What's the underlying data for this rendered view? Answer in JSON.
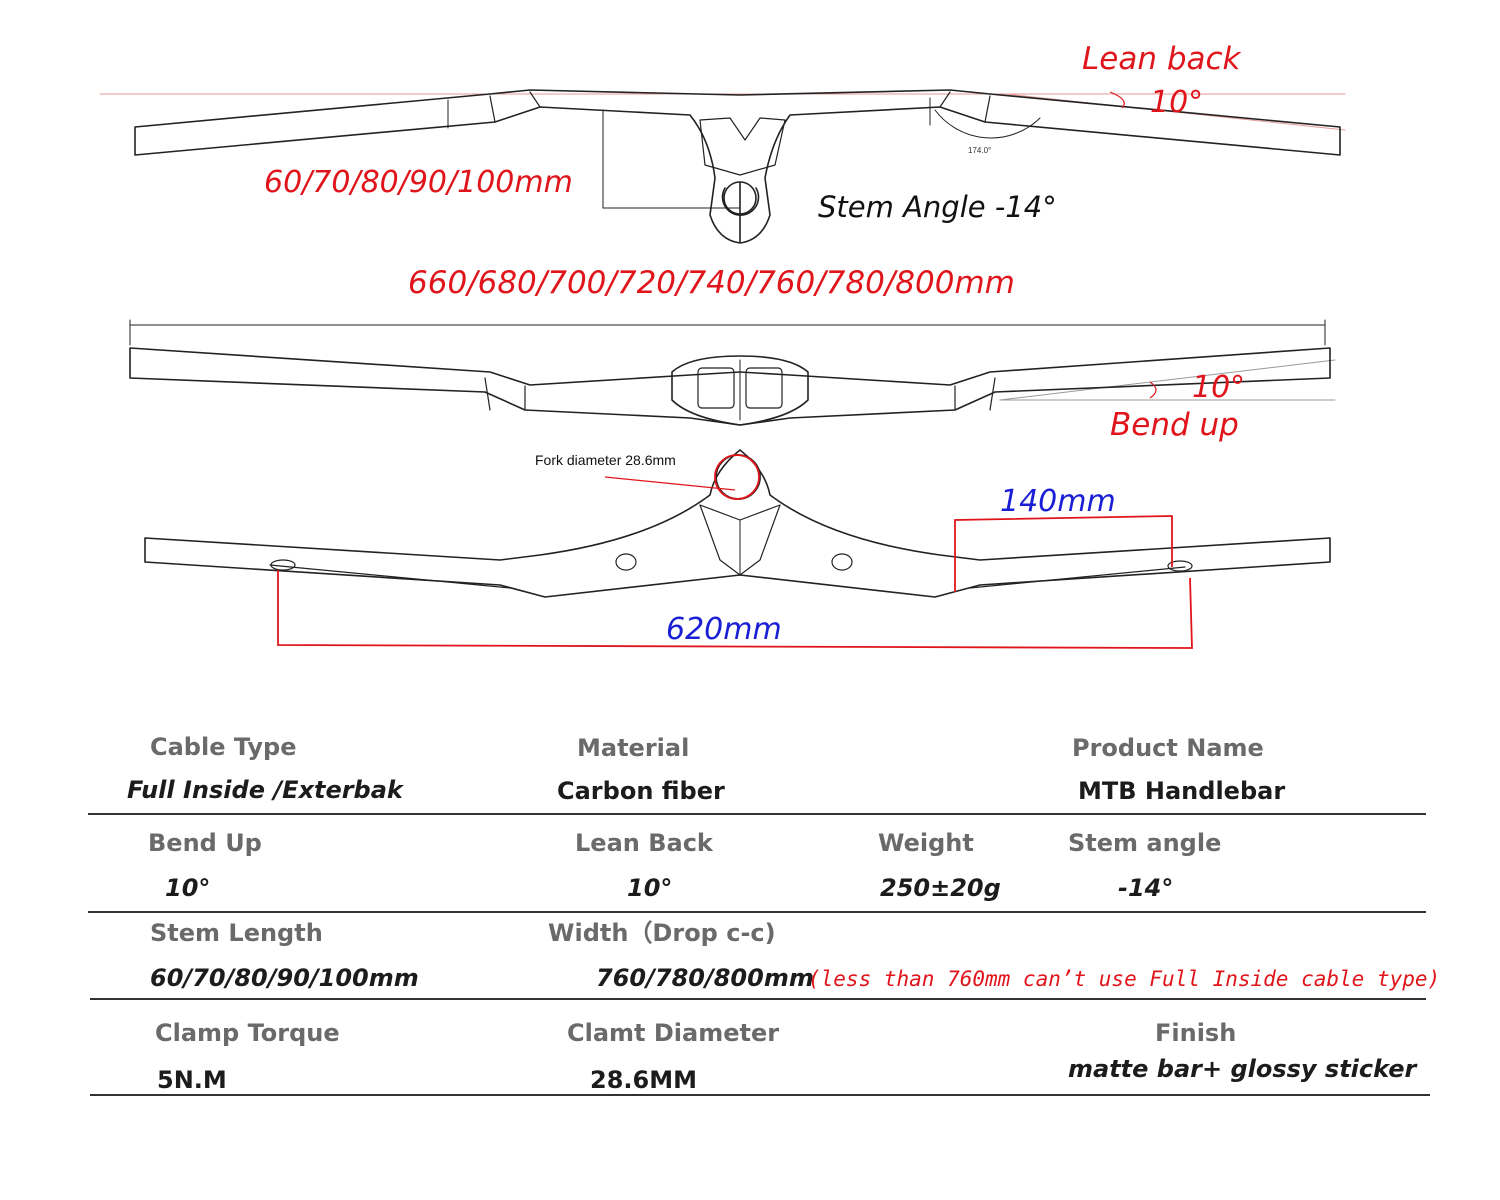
{
  "diagram": {
    "lean_back_label": "Lean back",
    "lean_back_angle": "10°",
    "stem_length_dim": "60/70/80/90/100mm",
    "stem_angle_label": "Stem Angle -14°",
    "angle_small": "174.0°",
    "width_dim": "660/680/700/720/740/760/780/800mm",
    "bend_up_angle": "10°",
    "bend_up_label": "Bend up",
    "fork_diameter": "Fork diameter 28.6mm",
    "grip_dim": "140mm",
    "drop_dim": "620mm"
  },
  "specs": {
    "row1": {
      "cable_type_label": "Cable Type",
      "cable_type_value": "Full Inside /Exterbak",
      "material_label": "Material",
      "material_value": "Carbon fiber",
      "product_name_label": "Product Name",
      "product_name_value": "MTB Handlebar"
    },
    "row2": {
      "bend_up_label": "Bend Up",
      "bend_up_value": "10°",
      "lean_back_label": "Lean Back",
      "lean_back_value": "10°",
      "weight_label": "Weight",
      "weight_value": "250±20g",
      "stem_angle_label": "Stem angle",
      "stem_angle_value": "-14°"
    },
    "row3": {
      "stem_length_label": "Stem  Length",
      "stem_length_value": "60/70/80/90/100mm",
      "width_label": "Width（Drop c-c)",
      "width_value": "760/780/800mm",
      "width_note": "(less than 760mm can’t use Full  Inside cable type)"
    },
    "row4": {
      "clamp_torque_label": "Clamp Torque",
      "clamp_torque_value": "5N.M",
      "clamp_diameter_label": "Clamt Diameter",
      "clamp_diameter_value": "28.6MM",
      "finish_label": "Finish",
      "finish_value": "matte bar+ glossy sticker"
    }
  }
}
